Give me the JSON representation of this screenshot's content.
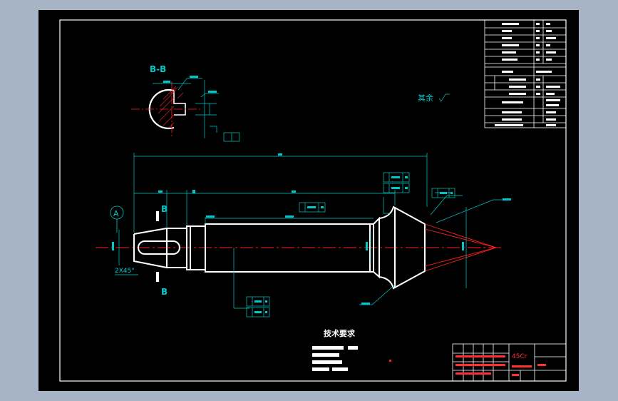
{
  "drawing": {
    "section_label": "B-B",
    "cut_label_top": "B",
    "cut_label_bottom": "B",
    "datum_label": "A",
    "chamfer_label": "2X45°",
    "rest_roughness_label": "其余",
    "tech_requirements_title": "技术要求",
    "material": "45Cr"
  },
  "colors": {
    "background": "#000000",
    "outline": "#ffffff",
    "dimension": "#00c8c8",
    "centerline": "#ff2020",
    "frame": "#ffffff",
    "title_block_red": "#ff3030"
  }
}
